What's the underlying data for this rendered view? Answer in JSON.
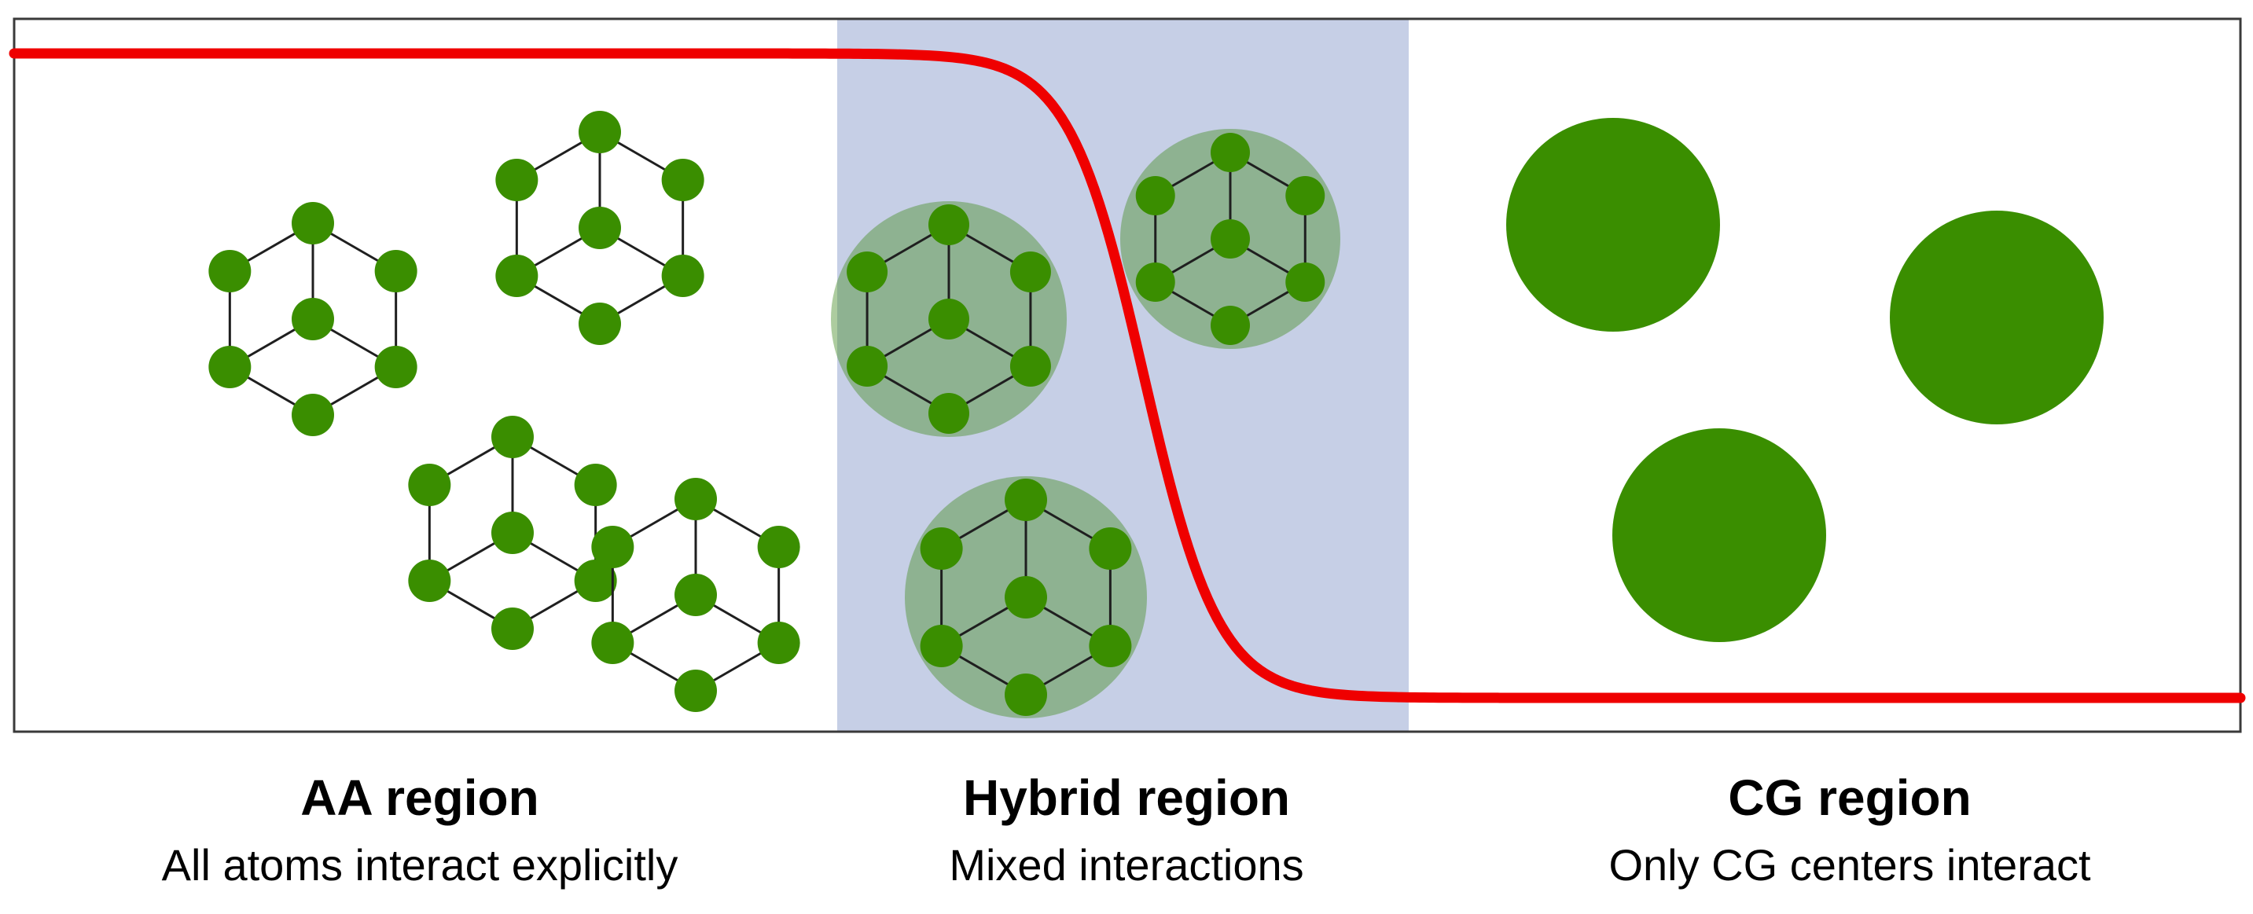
{
  "colors": {
    "frame": "#3a3a3a",
    "hybrid_band": "#c6cfe6",
    "curve": "#ef0000",
    "atom": "#3a8e00",
    "bond": "#1f1f1f",
    "cg_halo": "#4a8f2a"
  },
  "regions": [
    {
      "key": "aa",
      "title": "AA region",
      "description": "All atoms interact explicitly"
    },
    {
      "key": "hybrid",
      "title": "Hybrid region",
      "description": "Mixed interactions"
    },
    {
      "key": "cg",
      "title": "CG region",
      "description": "Only CG centers interact"
    }
  ]
}
